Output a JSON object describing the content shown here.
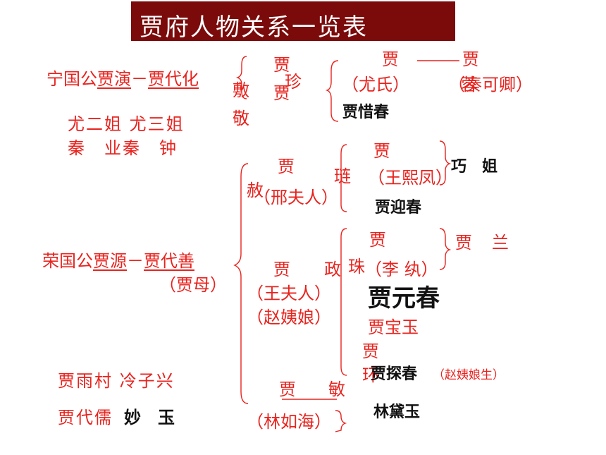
{
  "title": "贾府人物关系一览表",
  "ningguo": {
    "ancestor_label": "宁国公",
    "founder": "贾演",
    "dash": "－",
    "second_gen": "贾代化",
    "fu_1": "贾",
    "fu_2": "敷",
    "jing_1": "贾",
    "jing_2": "敬",
    "zhen_1": "珍",
    "zhen_2": "贾",
    "zhen_wife": "（尤氏）",
    "rong_1": "贾",
    "rong_line": "——",
    "rong_2": "贾",
    "rong_3": "蓉",
    "rong_wife": "（秦可卿）",
    "xichun": "贾惜春"
  },
  "side_left": {
    "row1": "尤二姐 尤三姐",
    "row2": "秦　业秦　钟"
  },
  "rongguo": {
    "ancestor_label": "荣国公",
    "founder": "贾源",
    "dash": "－",
    "second_gen": "贾代善",
    "grandma": "（贾母）",
    "she_1": "贾",
    "she_2": "赦",
    "she_wife": "（邢夫人）",
    "lian_1": "贾",
    "lian_2": "琏",
    "lian_wife": "（王熙凤）",
    "qiaojie": "巧　姐",
    "yingchun": "贾迎春",
    "zheng_1": "贾",
    "zheng_2": "政",
    "zheng_wife": "（王夫人）",
    "zheng_concubine": "（赵姨娘）",
    "zhu_1": "贾",
    "zhu_2": "珠",
    "zhu_wife": "（李 纨）",
    "lan": "贾　兰",
    "yuanchun": "贾元春",
    "baoyu": "贾宝玉",
    "huan_1": "贾",
    "huan_2": "环",
    "tanchun": "贾探春",
    "tanchun_note": "（赵姨娘生）",
    "min_1": "贾",
    "min_2": "敏",
    "min_husband": "（林如海）",
    "daiyu": "林黛玉"
  },
  "others": {
    "yucun": "贾雨村 冷子兴",
    "daiau": "贾代儒",
    "miaoyu": "妙　玉"
  },
  "colors": {
    "title_bg": "#7b0a0a",
    "red_text": "#e8231e",
    "black_text": "#111111"
  }
}
